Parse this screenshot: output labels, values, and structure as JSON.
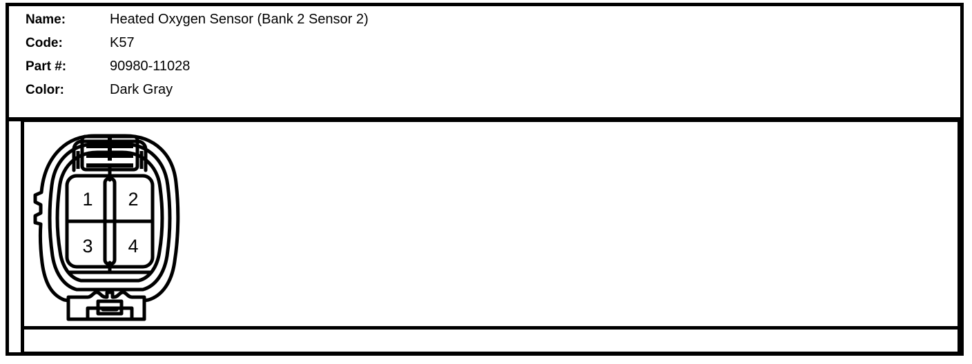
{
  "spec": {
    "rows": [
      {
        "label": "Name:",
        "value": "Heated Oxygen Sensor (Bank 2 Sensor 2)"
      },
      {
        "label": "Code:",
        "value": "K57"
      },
      {
        "label": "Part #:",
        "value": "90980-11028"
      },
      {
        "label": "Color:",
        "value": "Dark Gray"
      }
    ]
  },
  "diagram": {
    "title": "connector-pinout",
    "connector": {
      "type": "4-way automotive connector, front view",
      "shell_shape": "rounded-oval with left side notch, top latch tab, bottom lock tab",
      "cavity_count": 4,
      "keying_rail": "vertical center rail",
      "pins": [
        {
          "number": "1",
          "position": "top-left"
        },
        {
          "number": "2",
          "position": "top-right"
        },
        {
          "number": "3",
          "position": "bottom-left"
        },
        {
          "number": "4",
          "position": "bottom-right"
        }
      ]
    }
  },
  "colors": {
    "line": "#000000",
    "background": "#ffffff"
  }
}
